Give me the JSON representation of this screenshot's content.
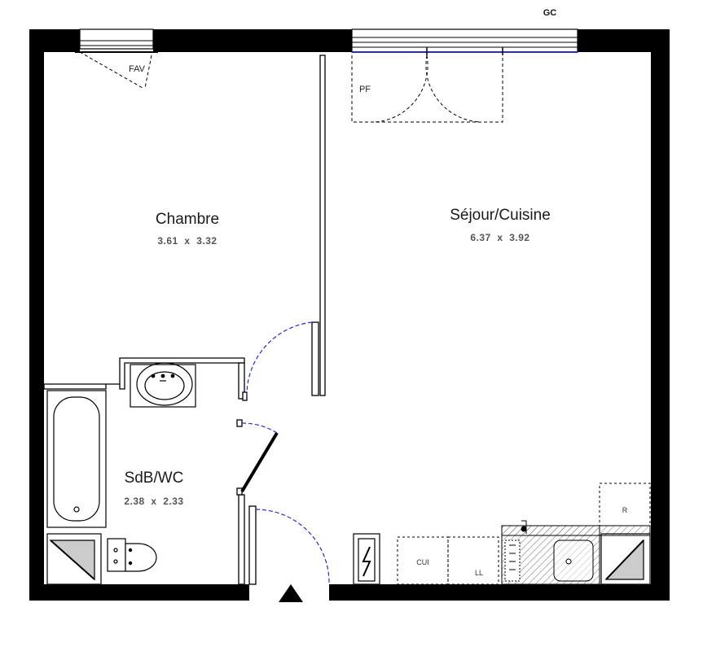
{
  "rooms": {
    "chambre": {
      "name": "Chambre",
      "dims": "3.61  x  3.32"
    },
    "sejour": {
      "name": "Séjour/Cuisine",
      "dims": "6.37  x  3.92"
    },
    "sdb": {
      "name": "SdB/WC",
      "dims": "2.38  x  2.33"
    }
  },
  "labels": {
    "gc": "GC",
    "fav": "FAV",
    "pf": "PF",
    "cui": "CUI",
    "ll": "LL",
    "r": "R"
  },
  "colors": {
    "wall": "#000000",
    "door_swing": "#2a2ad0",
    "text": "#1a1a1a",
    "dims": "#555555"
  },
  "icons": {
    "electric_panel": "lightning-icon",
    "entrance": "entrance-arrow-icon"
  }
}
